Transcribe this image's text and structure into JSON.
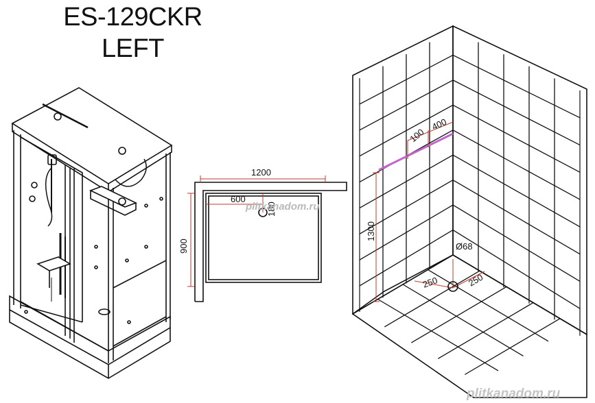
{
  "title": {
    "model": "ES-129CKR",
    "variant": "LEFT"
  },
  "tray_plan": {
    "width": "1200",
    "depth": "900",
    "drain_x": "600",
    "drain_y": "180"
  },
  "wall_layout": {
    "valve_height": "1300",
    "spacing_a": "100",
    "spacing_b": "400",
    "drain_diameter": "Ø68",
    "drain_offset_left": "250",
    "drain_offset_right": "250"
  },
  "watermarks": {
    "center": "plitkanadom.ru",
    "bottom": "plitkanadom.ru"
  },
  "colors": {
    "line": "#111111",
    "dimension": "#c0392b",
    "pipe": "#c266cc",
    "watermark": "#b0b0b0"
  }
}
